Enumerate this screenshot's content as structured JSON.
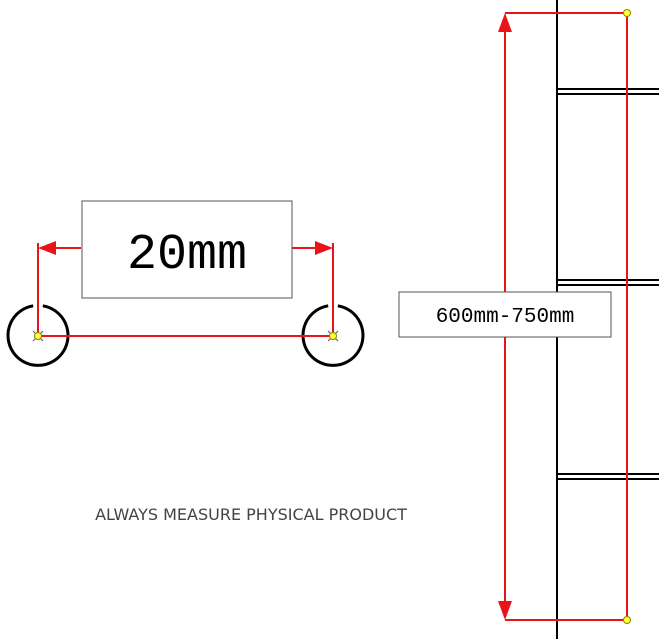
{
  "labels": {
    "spacing": "20mm",
    "height_range": "600mm-750mm",
    "note": "ALWAYS MEASURE PHYSICAL PRODUCT"
  },
  "colors": {
    "dimension_line": "#e8141a",
    "outline": "#000000",
    "endpoint_fill": "#ffff33",
    "endpoint_stroke": "#888800",
    "box_border": "#555555",
    "note_text": "#444444"
  }
}
